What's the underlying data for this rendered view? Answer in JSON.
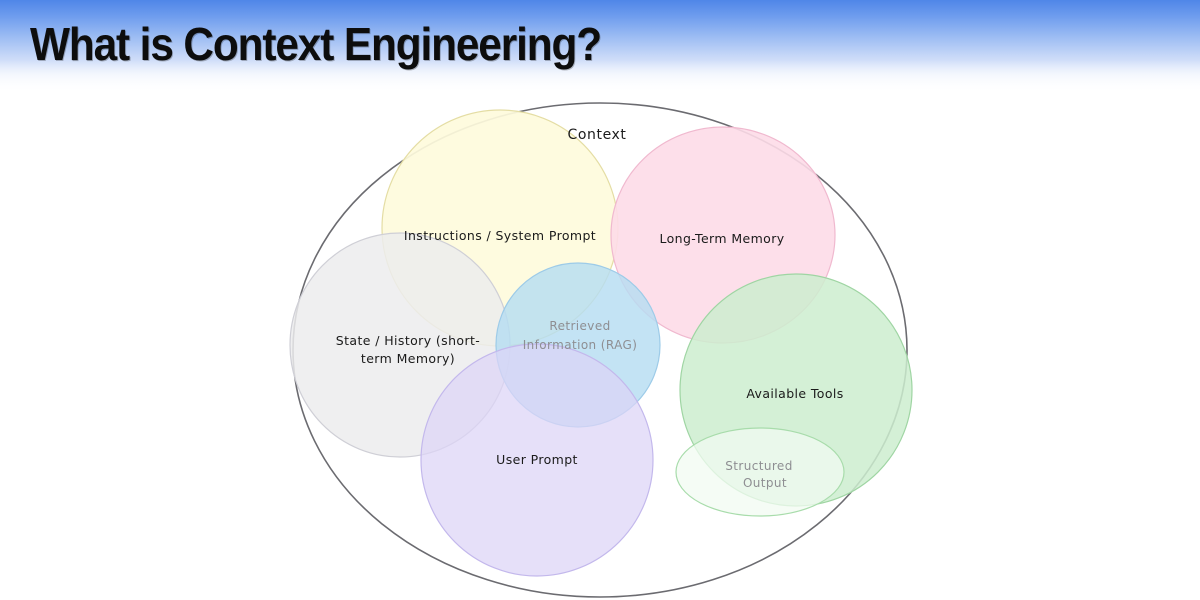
{
  "slide": {
    "title": "What is Context Engineering?",
    "background_color": "#ffffff",
    "header_gradient_from": "#4f86e8",
    "header_gradient_to": "#ffffff"
  },
  "diagram": {
    "type": "venn",
    "outer": {
      "label": "Context",
      "stroke_color": "#6b6b70",
      "fill_color": "#ffffff"
    },
    "circles": [
      {
        "id": "instructions",
        "label": "Instructions / System Prompt",
        "fill_color": "#fefbdc",
        "stroke_color": "#e4dda4",
        "label_color": "#1b1b1b"
      },
      {
        "id": "long-term-memory",
        "label": "Long-Term Memory",
        "fill_color": "#fddce8",
        "stroke_color": "#f0b9cf",
        "label_color": "#1b1b1b"
      },
      {
        "id": "state-history",
        "label_line1": "State / History (short-",
        "label_line2": "term Memory)",
        "fill_color": "#f2f2f4",
        "stroke_color": "#cfcfd6",
        "label_color": "#1b1b1b"
      },
      {
        "id": "retrieved-information",
        "label_line1": "Retrieved",
        "label_line2": "Information (RAG)",
        "fill_color": "#bfe2f5",
        "stroke_color": "#9dcbe8",
        "label_color": "#5d5d62"
      },
      {
        "id": "user-prompt",
        "label": "User Prompt",
        "fill_color": "#e8e2fa",
        "stroke_color": "#c3b8ec",
        "label_color": "#1b1b1b"
      },
      {
        "id": "available-tools",
        "label": "Available Tools",
        "fill_color": "#d4efd4",
        "stroke_color": "#9fd5a3",
        "label_color": "#1b1b1b"
      },
      {
        "id": "structured-output",
        "label_line1": "Structured",
        "label_line2": "Output",
        "fill_color": "#f2fbf2",
        "stroke_color": "#a8dcab",
        "label_color": "#9aa79c"
      }
    ]
  }
}
